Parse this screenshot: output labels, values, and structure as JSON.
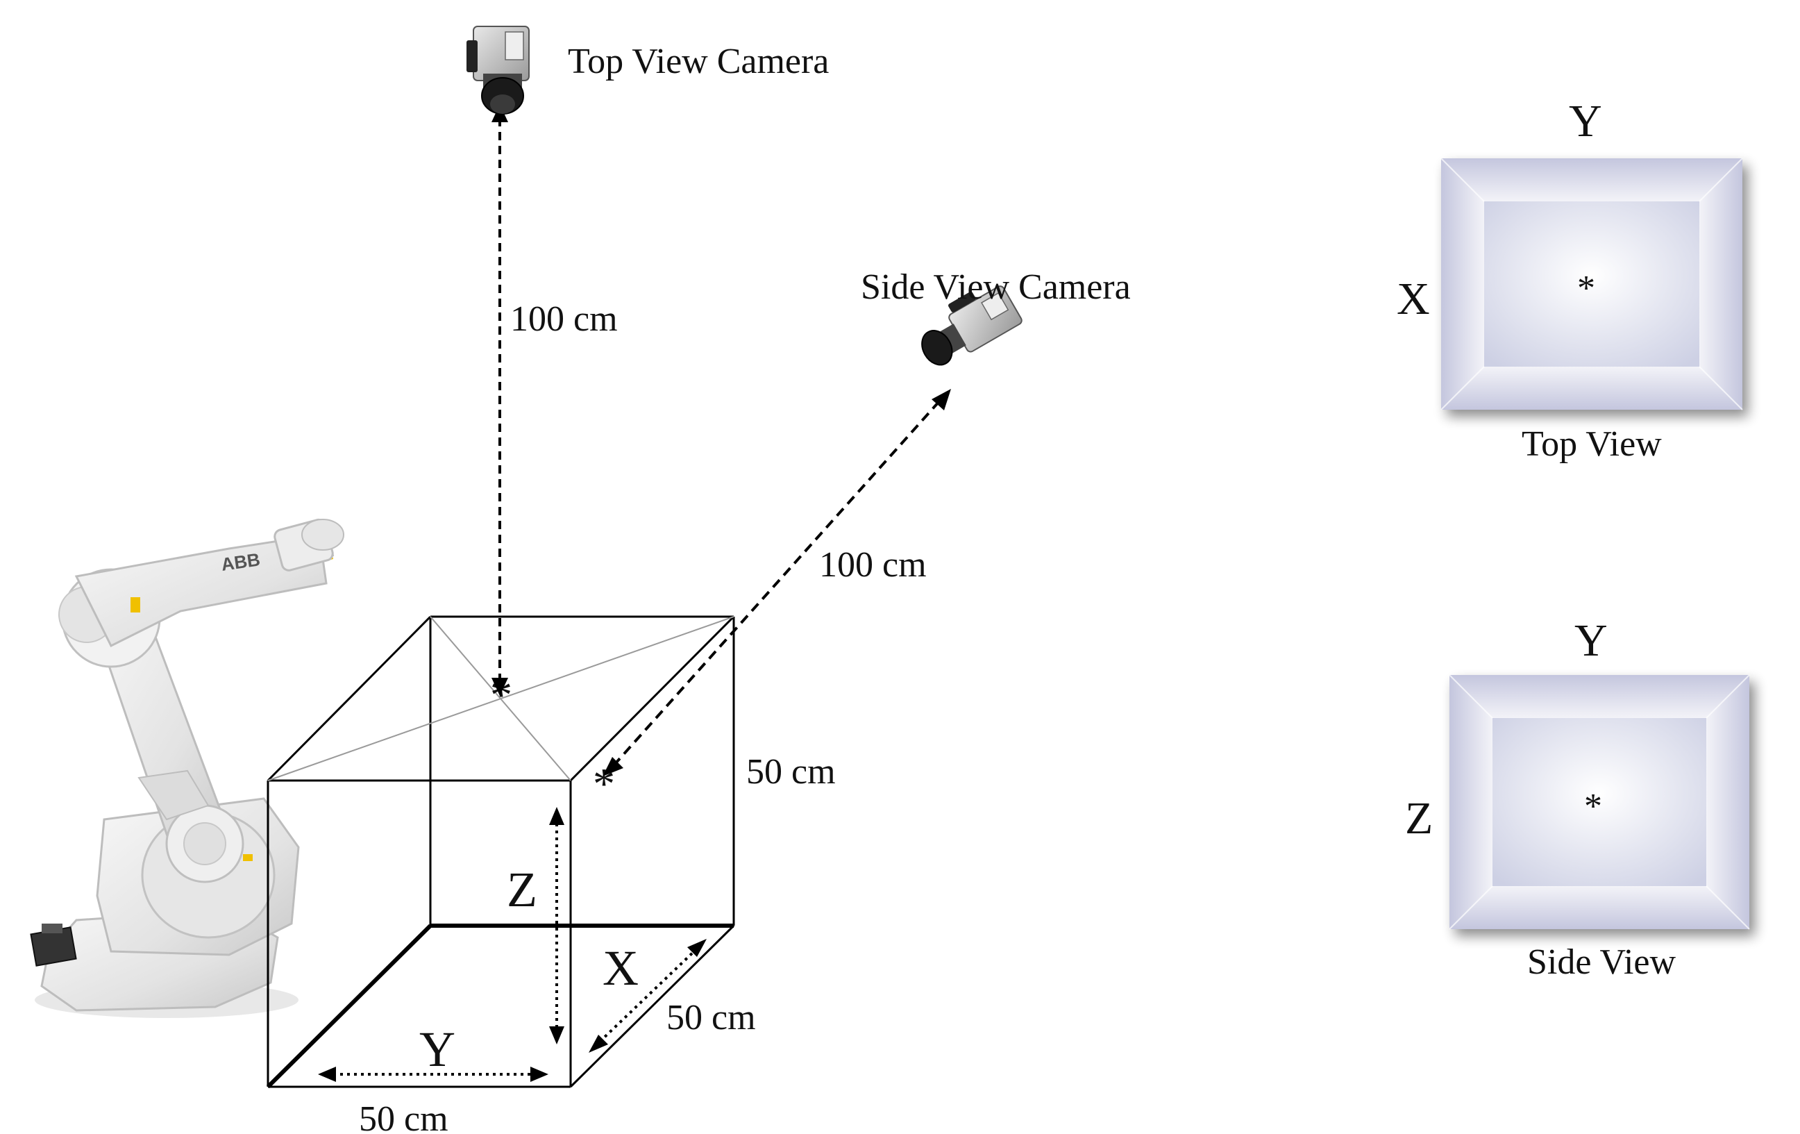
{
  "labels": {
    "top_camera": "Top View Camera",
    "side_camera": "Side View Camera",
    "dist_top": "100 cm",
    "dist_side": "100 cm",
    "dim_height": "50 cm",
    "dim_depth": "50 cm",
    "dim_width": "50 cm",
    "axis_z": "Z",
    "axis_x": "X",
    "axis_y": "Y",
    "target_mark": "*"
  },
  "top_view": {
    "caption": "Top View",
    "axis_top": "Y",
    "axis_left": "X",
    "center_mark": "*"
  },
  "side_view": {
    "caption": "Side View",
    "axis_top": "Y",
    "axis_left": "Z",
    "center_mark": "*"
  },
  "robot": {
    "brand": "ABB"
  },
  "colors": {
    "view_outer": "#ffffff",
    "view_mid": "#c6c8de",
    "view_inner": "#dfe0ee",
    "robot_body": "#ececec",
    "robot_shadow": "#bdbdbd"
  },
  "icons": [
    "camera-icon",
    "robot-arm-icon"
  ]
}
